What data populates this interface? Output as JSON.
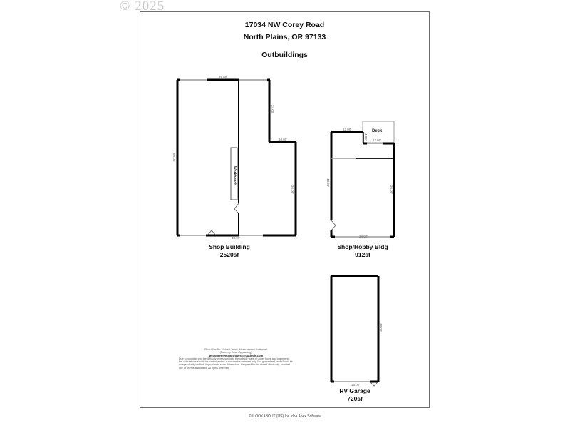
{
  "watermark": "© 2025",
  "header": {
    "address_line1": "17034 NW Corey Road",
    "address_line2": "North Plains, OR 97133",
    "section_title": "Outbuildings"
  },
  "buildings": [
    {
      "name": "Shop Building",
      "area": "2520sf",
      "dimensions": {
        "top": "28.00'",
        "left": "60.00'",
        "inner_step_vertical": "24.00'",
        "step_horizontal": "10.00'",
        "right": "36.00'",
        "bottom": "48.00'"
      },
      "features": [
        "Workbench"
      ]
    },
    {
      "name": "Shop/Hobby Bldg",
      "area": "912sf",
      "dimensions": {
        "top": "12.00'",
        "deck_side": "4.00'",
        "deck_width": "12.00'",
        "left": "40.00'",
        "right": "36.00'",
        "bottom": "24.00'"
      },
      "features": [
        "Deck"
      ]
    },
    {
      "name": "RV Garage",
      "area": "720sf",
      "dimensions": {
        "right": "48.00'",
        "bottom": "16.00'"
      },
      "features": []
    }
  ],
  "credits": {
    "line1": "Floor Plan By: Michael Teach, Measurement Northwest",
    "line2": "(Formerly Teach Appraising)",
    "email": "MeasurementNorthwest@outlook.com",
    "disclaimer": "Due to rounding and the difficulty in measuring to the outside walls of upper floors and basements, the calculations should be considered as a reasonable estimate only. Not guaranteed, and should be independently verified. Approximate room dimensions. Prepared for the stated client only, no other use or user is authorized. All rights reserved."
  },
  "footer": "© ILOOKABOUT (US) Inc. dba Apex Software",
  "colors": {
    "wall": "#000000",
    "opening": "#9a9a9a",
    "border": "#6e6e6e",
    "deck": "#888888"
  }
}
